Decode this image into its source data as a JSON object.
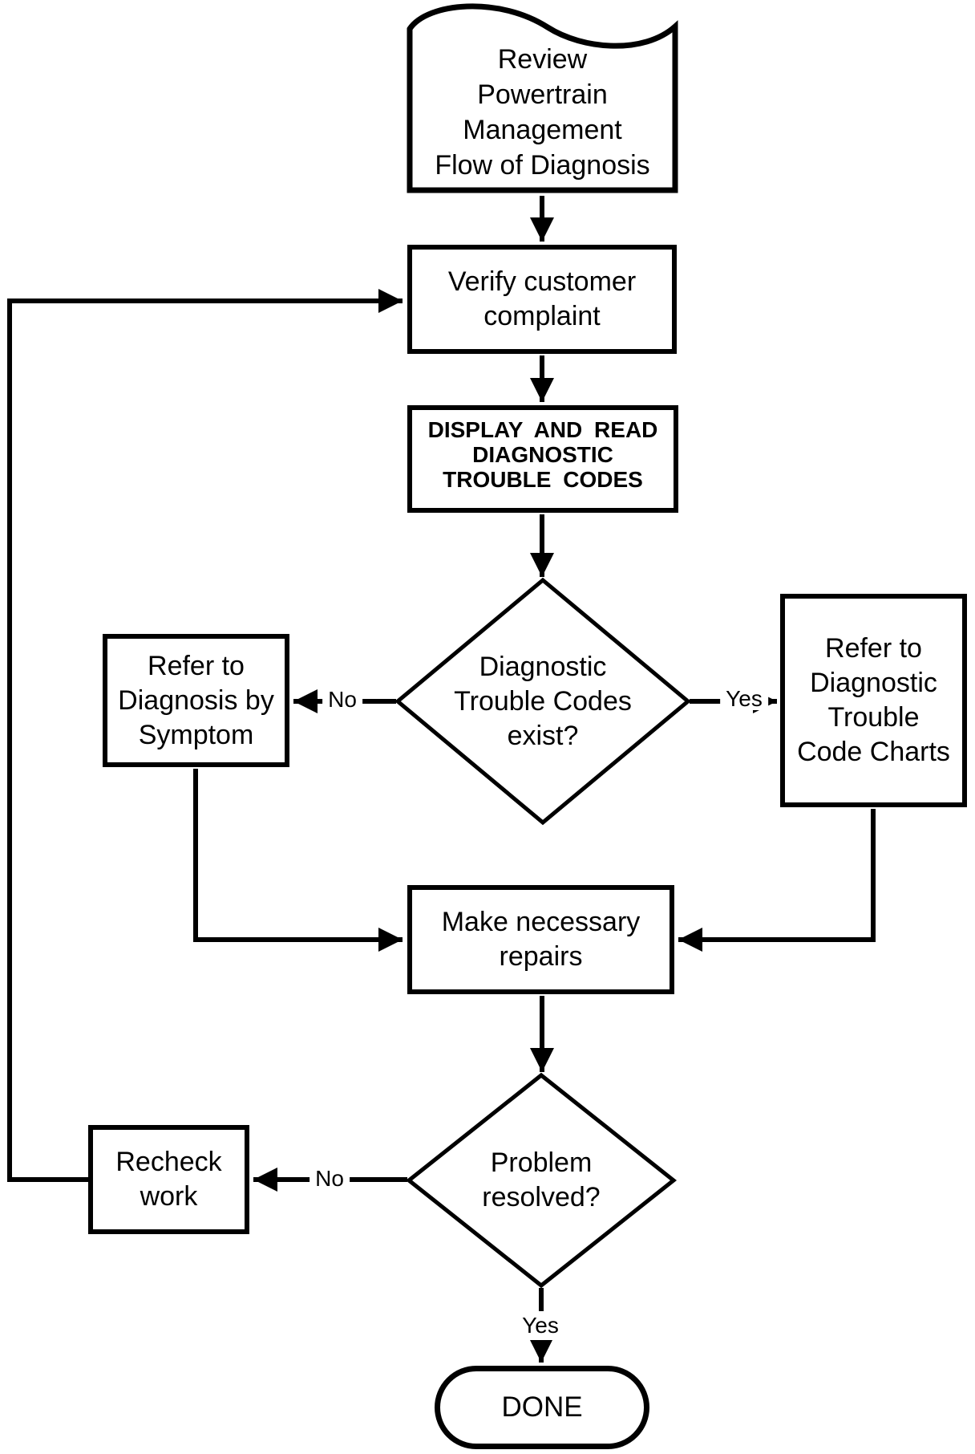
{
  "diagram": {
    "type": "flowchart",
    "colors": {
      "line": "#000000",
      "background": "#ffffff",
      "text": "#000000"
    },
    "nodes": {
      "start_document": {
        "type": "document",
        "label": "Review\nPowertrain\nManagement\nFlow of Diagnosis"
      },
      "verify_complaint": {
        "type": "process",
        "label": "Verify customer\ncomplaint"
      },
      "display_read_codes": {
        "type": "process",
        "label": "DISPLAY AND READ\nDIAGNOSTIC\nTROUBLE CODES"
      },
      "codes_exist": {
        "type": "decision",
        "label": "Diagnostic\nTrouble Codes\nexist?"
      },
      "diagnosis_by_symptom": {
        "type": "process",
        "label": "Refer to\nDiagnosis by\nSymptom"
      },
      "trouble_code_charts": {
        "type": "process",
        "label": "Refer to\nDiagnostic\nTrouble\nCode Charts"
      },
      "make_repairs": {
        "type": "process",
        "label": "Make necessary\nrepairs"
      },
      "problem_resolved": {
        "type": "decision",
        "label": "Problem\nresolved?"
      },
      "recheck_work": {
        "type": "process",
        "label": "Recheck\nwork"
      },
      "done": {
        "type": "terminator",
        "label": "DONE"
      }
    },
    "edges": {
      "codes_exist_no": {
        "label": "No"
      },
      "codes_exist_yes": {
        "label": "Yes"
      },
      "resolved_no": {
        "label": "No"
      },
      "resolved_yes": {
        "label": "Yes"
      }
    }
  }
}
